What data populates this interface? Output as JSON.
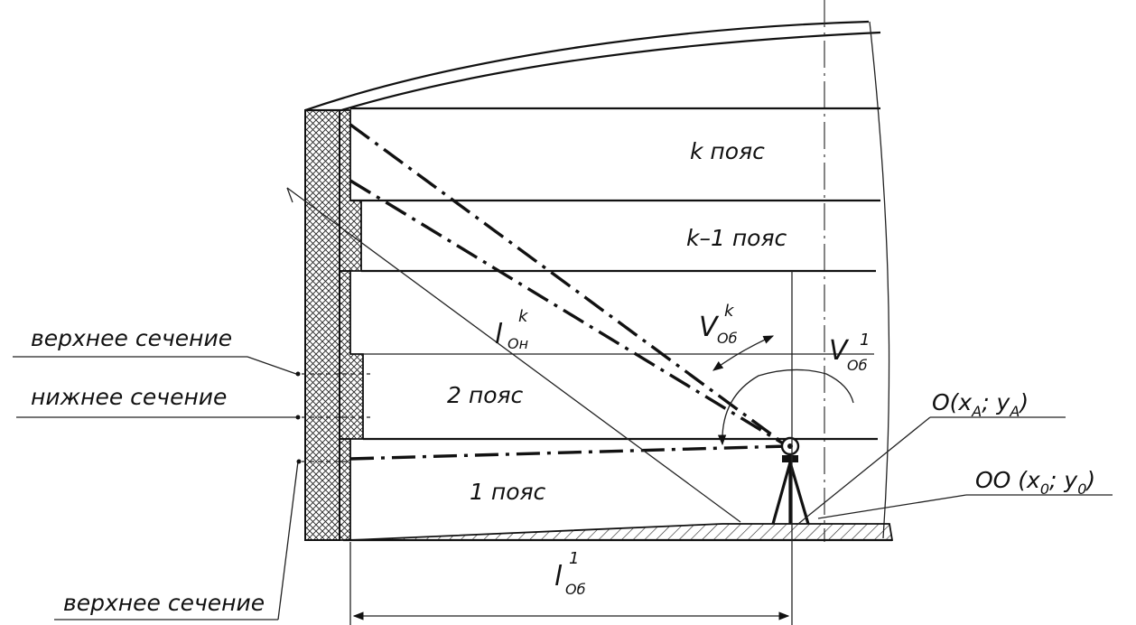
{
  "belts": {
    "k": "k пояс",
    "k_minus_1": "k–1 пояс",
    "b2": "2 пояс",
    "b1": "1 пояс"
  },
  "sections": {
    "upper_1": "верхнее сечение",
    "lower": "нижнее сечение",
    "upper_2": "верхнее сечение"
  },
  "symbols": {
    "l_oh_k": {
      "base": "l",
      "sub": "Он",
      "sup": "k"
    },
    "v_ob_k": {
      "base": "V",
      "sub": "Об",
      "sup": "k"
    },
    "v_ob_1": {
      "base": "V",
      "sub": "Об",
      "sup": "1"
    },
    "l_ob_1": {
      "base": "l",
      "sub": "Об",
      "sup": "1"
    }
  },
  "points": {
    "o": {
      "pre": "O(x",
      "sub1": "A",
      "mid": "; y",
      "sub2": "A",
      "post": ")"
    },
    "oo": {
      "pre": "OO (x",
      "sub1": "0",
      "mid": "; y",
      "sub2": "0",
      "post": ")"
    }
  },
  "colors": {
    "line": "#111111",
    "hatch": "#222222",
    "background": "#ffffff"
  }
}
